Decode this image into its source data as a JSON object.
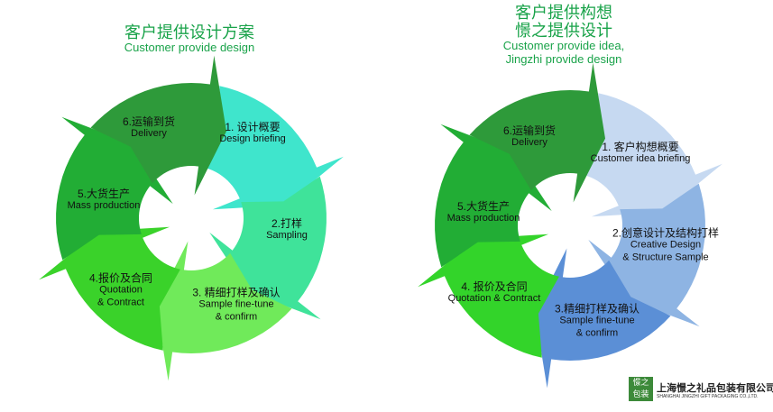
{
  "left": {
    "heading_zh": "客户提供设计方案",
    "heading_en": "Customer provide design",
    "steps": [
      {
        "zh": "1. 设计概要",
        "en": "Design briefing",
        "color": "#3fe5cc"
      },
      {
        "zh": "2.打样",
        "en": "Sampling",
        "color": "#3fe39a"
      },
      {
        "zh": "3. 精细打样及确认",
        "en": "Sample fine-tune\n& confirm",
        "color": "#70ea5a"
      },
      {
        "zh": "4.报价及合同",
        "en": "Quotation\n& Contract",
        "color": "#3ad22a"
      },
      {
        "zh": "5.大货生产",
        "en": "Mass production",
        "color": "#22ad35"
      },
      {
        "zh": "6.运输到货",
        "en": "Delivery",
        "color": "#2e9a3a"
      }
    ]
  },
  "right": {
    "heading_zh": "客户提供构想\n憬之提供设计",
    "heading_en": "Customer provide idea,\nJingzhi provide design",
    "steps": [
      {
        "zh": "1. 客户构想概要",
        "en": "Customer idea briefing",
        "color": "#c6d9f1"
      },
      {
        "zh": "2.创意设计及结构打样",
        "en": "Creative Design\n& Structure Sample",
        "color": "#8eb4e3"
      },
      {
        "zh": "3.精细打样及确认",
        "en": "Sample fine-tune\n& confirm",
        "color": "#5b8fd6"
      },
      {
        "zh": "4. 报价及合同",
        "en": "Quotation  & Contract",
        "color": "#33d42a"
      },
      {
        "zh": "5.大货生产",
        "en": "Mass production",
        "color": "#22ad35"
      },
      {
        "zh": "6.运输到货",
        "en": "Delivery",
        "color": "#2e9a3a"
      }
    ]
  },
  "logo": {
    "mark": "憬之\n包装",
    "name": "上海憬之礼品包装有限公司",
    "name_en": "SHANGHAI JINGZHI GIFT PACKAGING CO.,LTD."
  }
}
